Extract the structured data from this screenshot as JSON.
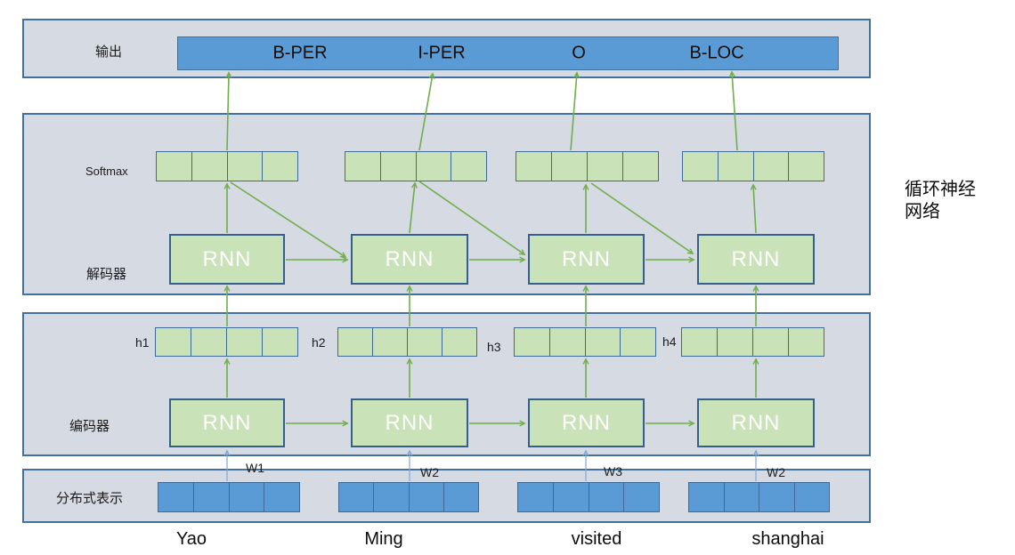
{
  "bands": {
    "output": {
      "label": "输出"
    },
    "decoder": {
      "softmax_label": "Softmax",
      "label": "解码器"
    },
    "encoder": {
      "label": "编码器"
    },
    "embedding": {
      "label": "分布式表示"
    }
  },
  "output_tags": [
    "B-PER",
    "I-PER",
    "O",
    "B-LOC"
  ],
  "rnn_label": "RNN",
  "h_labels": [
    "h1",
    "h2",
    "h3",
    "h4"
  ],
  "w_labels": [
    "W1",
    "W2",
    "W3",
    "W2"
  ],
  "words": [
    "Yao",
    "Ming",
    "visited",
    "shanghai"
  ],
  "side_label": {
    "line1": "循环神经",
    "line2": "网络"
  },
  "colors": {
    "band_fill": "#d6dae3",
    "band_border": "#41719c",
    "blue_fill": "#5b9bd5",
    "green_fill": "#c9e2b8",
    "box_border": "#35608d",
    "green_arrow": "#6fae4b",
    "blue_arrow": "#84a7d3",
    "text": "#1a1a1a"
  }
}
